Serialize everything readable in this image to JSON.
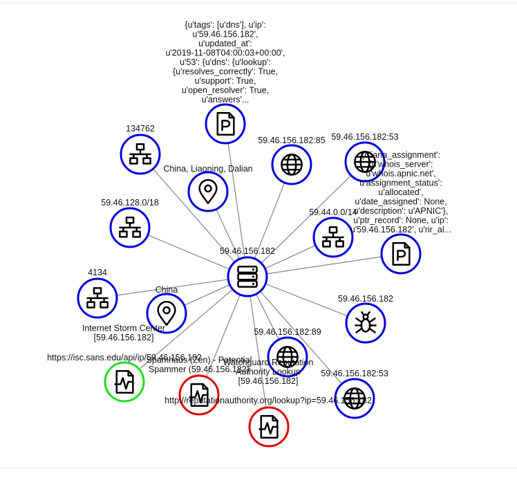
{
  "colors": {
    "edge": "#8c8c8c",
    "blue": "#0000dd",
    "green": "#22dd22",
    "red": "#dd0000"
  },
  "center": "n_center",
  "nodes": [
    {
      "id": "n_center",
      "icon": "server-icon",
      "ring": "blue",
      "lines": [
        "59.46.156.182"
      ]
    },
    {
      "id": "n_json",
      "icon": "document-p-icon",
      "ring": "blue",
      "lines": [
        "{u'tags': [u'dns'], u'ip':",
        "u'59.46.156.182',",
        "u'updated_at':",
        "u'2019-11-08T04:00:03+00:00',",
        "u'53': {u'dns': {u'lookup':",
        "{u'resolves_correctly': True,",
        "u'support': True,",
        "u'open_resolver': True,",
        "u'answers'..."
      ]
    },
    {
      "id": "n_asn134762",
      "icon": "network-icon",
      "ring": "blue",
      "lines": [
        "134762"
      ]
    },
    {
      "id": "n_url85",
      "icon": "globe-icon",
      "ring": "blue",
      "lines": [
        "59.46.156.182:85"
      ]
    },
    {
      "id": "n_url53a",
      "icon": "globe-icon",
      "ring": "blue",
      "lines": [
        "59.46.156.182:53"
      ]
    },
    {
      "id": "n_whois",
      "icon": "document-p-icon",
      "ring": "blue",
      "lines": [
        "{u'iana_assignment':",
        "{u'whois_server':",
        "u'whois.apnic.net',",
        "u'assignment_status':",
        "u'allocated',",
        "u'date_assigned': None,",
        "u'description': u'APNIC'},",
        "u'ptr_record': None, u'ip':",
        "u'59.46.156.182', u'rir_al..."
      ]
    },
    {
      "id": "n_dalian",
      "icon": "location-pin-icon",
      "ring": "blue",
      "lines": [
        "China, Liaoning, Dalian"
      ]
    },
    {
      "id": "n_cidr128",
      "icon": "network-icon",
      "ring": "blue",
      "lines": [
        "59.46.128.0/18"
      ]
    },
    {
      "id": "n_cidr44",
      "icon": "network-icon",
      "ring": "blue",
      "lines": [
        "59.44.0.0/14"
      ]
    },
    {
      "id": "n_asn4134",
      "icon": "network-icon",
      "ring": "blue",
      "lines": [
        "4134"
      ]
    },
    {
      "id": "n_china",
      "icon": "location-pin-icon",
      "ring": "blue",
      "lines": [
        "China"
      ]
    },
    {
      "id": "n_malware",
      "icon": "bug-icon",
      "ring": "blue",
      "lines": [
        "59.46.156.182"
      ]
    },
    {
      "id": "n_url89",
      "icon": "globe-icon",
      "ring": "blue",
      "lines": [
        "59.46.156.182:89"
      ]
    },
    {
      "id": "n_url53b",
      "icon": "globe-icon",
      "ring": "blue",
      "lines": [
        "59.46.156.182:53"
      ]
    },
    {
      "id": "n_isc",
      "icon": "report-icon",
      "ring": "green",
      "lines": [
        "Internet Storm Center",
        "[59.46.156.182]"
      ]
    },
    {
      "id": "n_isc_url",
      "icon": "report-icon",
      "ring": "green",
      "lines": [
        "https://isc.sans.edu/api/ip/59.46.156.182"
      ]
    },
    {
      "id": "n_spamhaus",
      "icon": "report-icon",
      "ring": "red",
      "lines": [
        "Spamhaus (Zen) - Potential",
        "Spammer (59.46.156.182)"
      ]
    },
    {
      "id": "n_repauth",
      "icon": "report-icon",
      "ring": "red",
      "lines": [
        "Watchguard Reputation",
        "Authority Lookup",
        "[59.46.156.182]"
      ]
    },
    {
      "id": "n_repauth_url",
      "icon": "report-icon",
      "ring": "red",
      "lines": [
        "http://reputationauthority.org/lookup?ip=59.46.156.182"
      ]
    }
  ],
  "edges": [
    [
      "n_center",
      "n_json"
    ],
    [
      "n_center",
      "n_asn134762"
    ],
    [
      "n_center",
      "n_url85"
    ],
    [
      "n_center",
      "n_url53a"
    ],
    [
      "n_center",
      "n_dalian"
    ],
    [
      "n_center",
      "n_cidr128"
    ],
    [
      "n_center",
      "n_cidr44"
    ],
    [
      "n_center",
      "n_whois"
    ],
    [
      "n_center",
      "n_asn4134"
    ],
    [
      "n_center",
      "n_china"
    ],
    [
      "n_center",
      "n_malware"
    ],
    [
      "n_center",
      "n_url89"
    ],
    [
      "n_center",
      "n_url53b"
    ],
    [
      "n_center",
      "n_isc_url"
    ],
    [
      "n_center",
      "n_spamhaus"
    ],
    [
      "n_center",
      "n_repauth_url"
    ],
    [
      "n_center",
      "n_isc"
    ],
    [
      "n_center",
      "n_repauth"
    ]
  ]
}
